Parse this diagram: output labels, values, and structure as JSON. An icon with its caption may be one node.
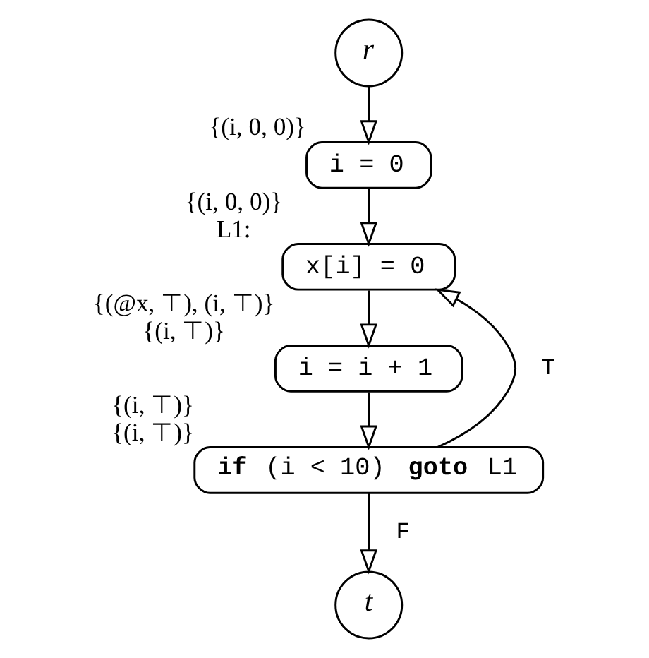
{
  "diagram": {
    "nodes": [
      {
        "text": [
          "r"
        ]
      },
      {
        "text": [
          "i = 0"
        ],
        "beside": [
          "{(i, 0, 0)}"
        ]
      },
      {
        "text": [
          "x[i] = 0"
        ],
        "beside": [
          "{(i, 0, 0)}",
          "L1:"
        ]
      },
      {
        "text": [
          "i = i + 1"
        ],
        "beside": [
          "{(@x, ⊤), (i, ⊤)}",
          "{(i, ⊤)}"
        ]
      },
      {
        "text": [
          "**if** (i < 10) **goto** L1"
        ],
        "beside": [
          "{(i, ⊤)}",
          "{(i, ⊤)}"
        ]
      },
      {
        "text": [
          "t"
        ]
      }
    ],
    "edges": [
      {
        "from": 0,
        "to": 1,
        "arrow": "to"
      },
      {
        "from": 1,
        "to": 2,
        "arrow": "to"
      },
      {
        "from": 2,
        "to": 3,
        "arrow": "to"
      },
      {
        "from": 3,
        "to": 4,
        "arrow": "to"
      },
      {
        "from": 4,
        "to": 2,
        "arrow": "to",
        "label": "T"
      },
      {
        "from": 4,
        "to": 5,
        "arrow": "to",
        "label": "F"
      }
    ]
  }
}
